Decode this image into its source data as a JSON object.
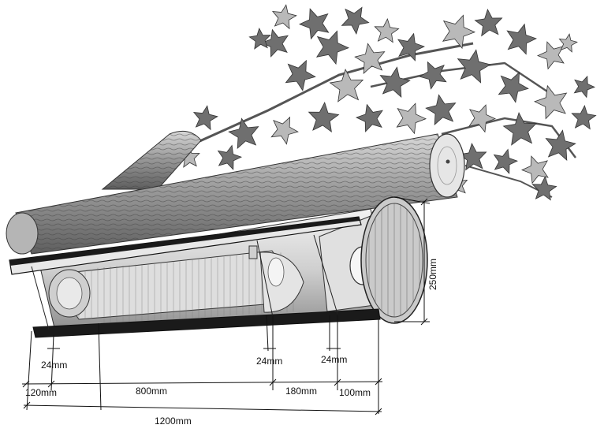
{
  "dimensions": {
    "height_label": "250mm",
    "wall_left": "24mm",
    "wall_mid": "24mm",
    "wall_right": "24mm",
    "seg_1": "120mm",
    "seg_2": "800mm",
    "seg_3": "180mm",
    "seg_4": "100mm",
    "total": "1200mm"
  },
  "colors": {
    "leaf_dark": "#6f6f6f",
    "leaf_light": "#b9b9b9",
    "bark": "#9a9a9a",
    "cylinder": "#d6d6d6",
    "rail": "#1a1a1a"
  }
}
